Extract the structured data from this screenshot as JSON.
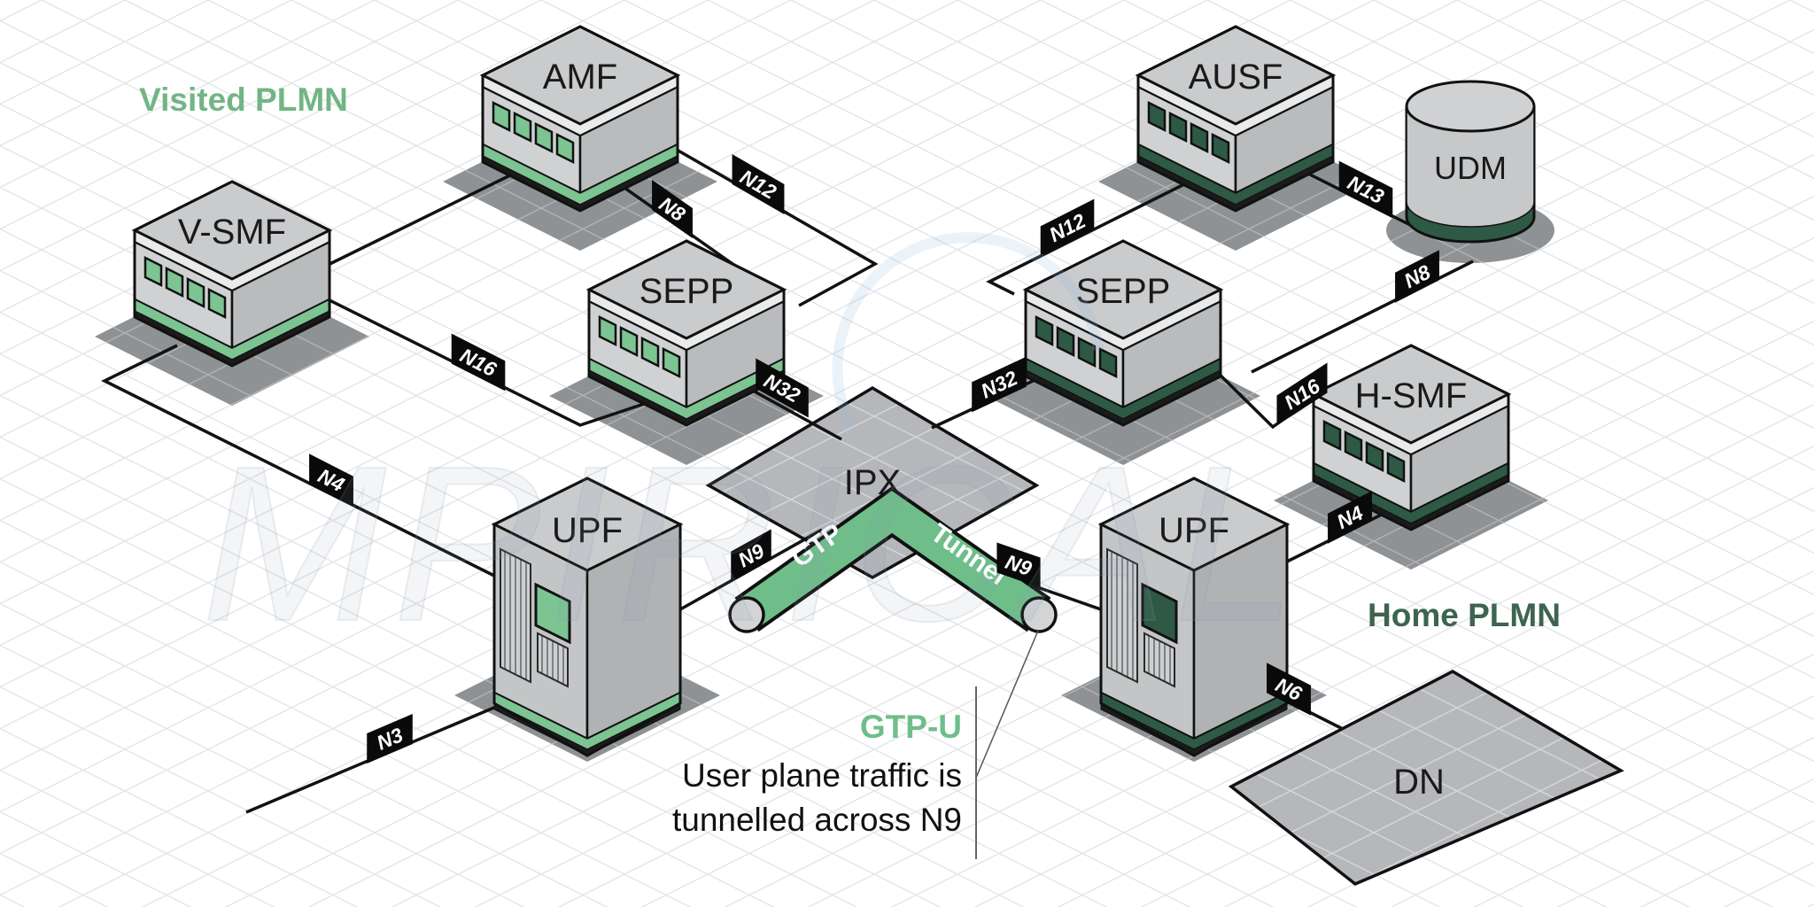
{
  "regions": {
    "visited": "Visited PLMN",
    "home": "Home PLMN"
  },
  "nodes": [
    {
      "id": "amf",
      "label": "AMF",
      "type": "server",
      "plmn": "visited"
    },
    {
      "id": "v-smf",
      "label": "V-SMF",
      "type": "server",
      "plmn": "visited"
    },
    {
      "id": "sepp-visited",
      "label": "SEPP",
      "type": "server",
      "plmn": "visited"
    },
    {
      "id": "ausf",
      "label": "AUSF",
      "type": "server",
      "plmn": "home"
    },
    {
      "id": "udm",
      "label": "UDM",
      "type": "database-cylinder",
      "plmn": "home"
    },
    {
      "id": "sepp-home",
      "label": "SEPP",
      "type": "server",
      "plmn": "home"
    },
    {
      "id": "h-smf",
      "label": "H-SMF",
      "type": "server",
      "plmn": "home"
    },
    {
      "id": "upf-visited",
      "label": "UPF",
      "type": "tower",
      "plmn": "visited"
    },
    {
      "id": "upf-home",
      "label": "UPF",
      "type": "tower",
      "plmn": "home"
    },
    {
      "id": "ipx",
      "label": "IPX",
      "type": "plane"
    },
    {
      "id": "dn",
      "label": "DN",
      "type": "plane"
    }
  ],
  "interfaces": [
    {
      "id": "n8-visited",
      "label": "N8"
    },
    {
      "id": "n12-visited",
      "label": "N12"
    },
    {
      "id": "n12-home",
      "label": "N12"
    },
    {
      "id": "n16-visited",
      "label": "N16"
    },
    {
      "id": "n4-visited",
      "label": "N4"
    },
    {
      "id": "n3",
      "label": "N3"
    },
    {
      "id": "n32-visited",
      "label": "N32"
    },
    {
      "id": "n32-home",
      "label": "N32"
    },
    {
      "id": "n9-visited",
      "label": "N9"
    },
    {
      "id": "n9-home",
      "label": "N9"
    },
    {
      "id": "n13",
      "label": "N13"
    },
    {
      "id": "n8-home",
      "label": "N8"
    },
    {
      "id": "n16-home",
      "label": "N16"
    },
    {
      "id": "n4-home",
      "label": "N4"
    },
    {
      "id": "n6",
      "label": "N6"
    }
  ],
  "tunnel": {
    "label_left": "GTP",
    "label_right": "Tunnel"
  },
  "annotation": {
    "title": "GTP-U",
    "line1": "User plane traffic is",
    "line2": "tunnelled across N9"
  },
  "watermark": "MPIRICAL",
  "colors": {
    "visited_accent": "#7cc492",
    "home_accent": "#2e5a45",
    "visited_text": "#72b585",
    "home_text": "#3d6450",
    "tunnel_green": "#6fbe8a",
    "tag_background": "#0a0a0a",
    "plane_gray": "#b5b7ba",
    "shadow_gray": "#8f9295"
  }
}
